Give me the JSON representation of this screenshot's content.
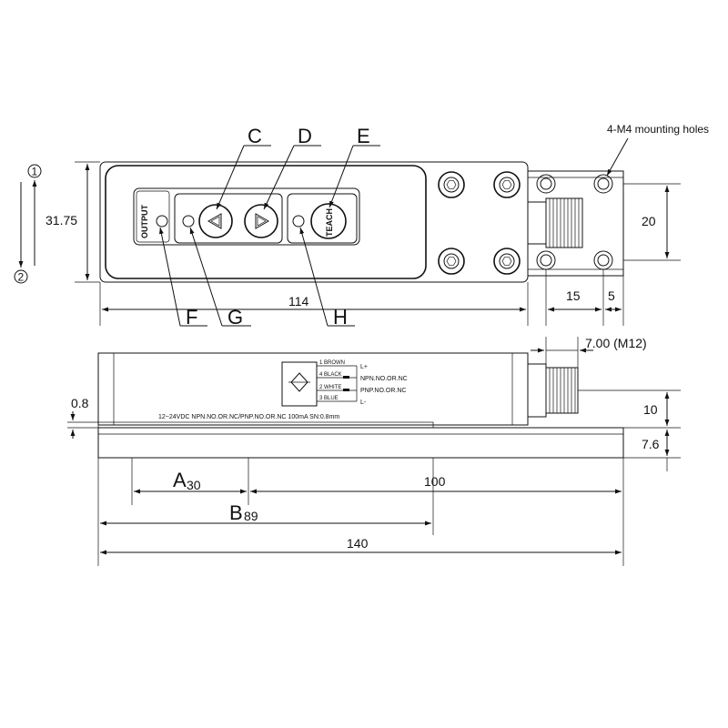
{
  "top_view": {
    "labels": {
      "C": "C",
      "D": "D",
      "E": "E",
      "F": "F",
      "G": "G",
      "H": "H"
    },
    "output_text": "OUTPUT",
    "teach_text": "TEACH",
    "mounting_note": "4-M4 mounting holes",
    "dims": {
      "height": "31.75",
      "length": "114",
      "hole_spacing": "20",
      "offset_15": "15",
      "offset_5": "5"
    },
    "circled_1": "1",
    "circled_2": "2"
  },
  "side_view": {
    "wire_1": "1 BROWN",
    "wire_4": "4 BLACK",
    "wire_2": "2 WHITE",
    "wire_3": "3 BLUE",
    "l_plus": "L+",
    "l_minus": "L-",
    "npn": "NPN.NO.OR.NC",
    "pnp": "PNP.NO.OR.NC",
    "spec_line": "12~24VDC NPN.NO.OR.NC/PNP.NO.OR.NC 100mA  SN:0.8mm",
    "dims": {
      "connector": "7.00 (M12)",
      "d_08": "0.8",
      "d_10": "10",
      "d_76": "7.6",
      "a_letter": "A",
      "a_val": "30",
      "b_letter": "B",
      "b_val": "89",
      "d_100": "100",
      "d_140": "140"
    }
  }
}
